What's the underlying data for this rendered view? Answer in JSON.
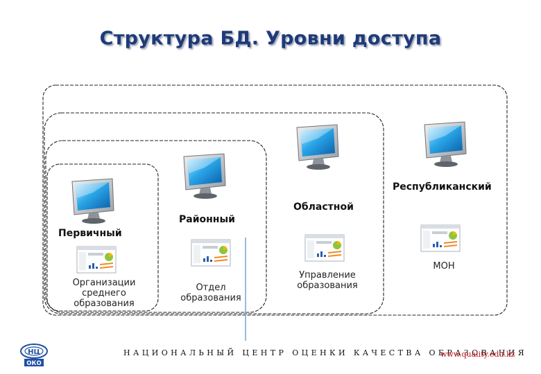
{
  "title": "Структура БД. Уровни доступа",
  "levels": {
    "republic": "Республиканский",
    "region": "Областной",
    "district": "Районный",
    "primary": "Первичный"
  },
  "nodes": {
    "schools": [
      "Организации",
      "среднего",
      "образования"
    ],
    "district_dept": [
      "Отдел",
      "образования"
    ],
    "region_dept": [
      "Управление",
      "образования"
    ],
    "ministry": [
      "МОН"
    ]
  },
  "footer": {
    "org_name": "НАЦИОНАЛЬНЫЙ ЦЕНТР ОЦЕНКИ КАЧЕСТВА ОБРАЗОВАНИЯ",
    "url": "www.quality.edu.kz",
    "logo_top": "НЦ",
    "logo_bottom": "ОКО"
  },
  "colors": {
    "title": "#1f3a78",
    "box_border": "#222222",
    "url": "#c0161d",
    "logo": "#1f4fa3"
  },
  "icons": [
    "monitor-icon",
    "report-window-icon"
  ]
}
